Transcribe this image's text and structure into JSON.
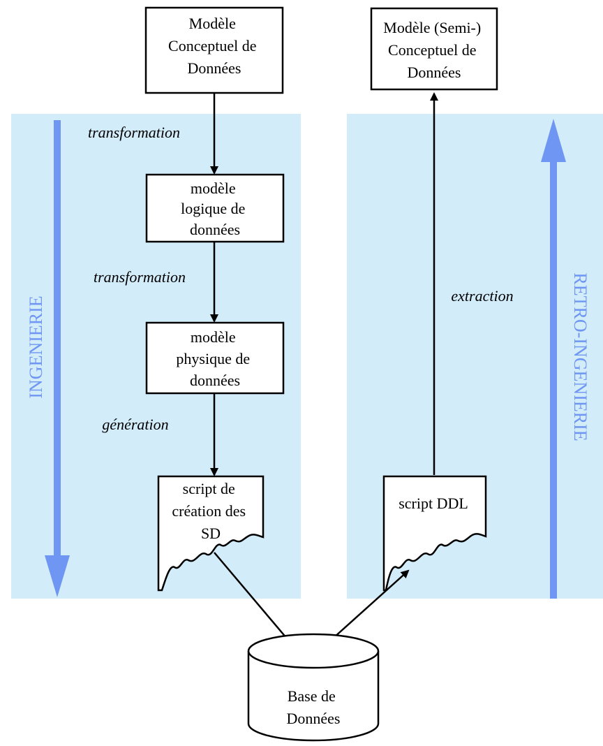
{
  "nodes": {
    "mcd": [
      "Modèle",
      "Conceptuel de",
      "Données"
    ],
    "mcd_semi": [
      "Modèle (Semi-)",
      "Conceptuel de",
      "Données"
    ],
    "mld": [
      "modèle",
      "logique de",
      "données"
    ],
    "mpd": [
      "modèle",
      "physique de",
      "données"
    ],
    "script_creation": [
      "script de",
      "création des",
      "SD"
    ],
    "script_ddl": [
      "script DDL"
    ],
    "database": [
      "Base de",
      "Données"
    ]
  },
  "edges": {
    "transformation_1": "transformation",
    "transformation_2": "transformation",
    "generation": "génération",
    "extraction": "extraction"
  },
  "bands": {
    "ingenierie": "INGENIERIE",
    "retro_ingenierie": "RETRO-INGENIERIE"
  },
  "colors": {
    "band_background": "#d2ecfa",
    "band_arrow": "#6f96f2",
    "band_text": "#6f96f2"
  }
}
